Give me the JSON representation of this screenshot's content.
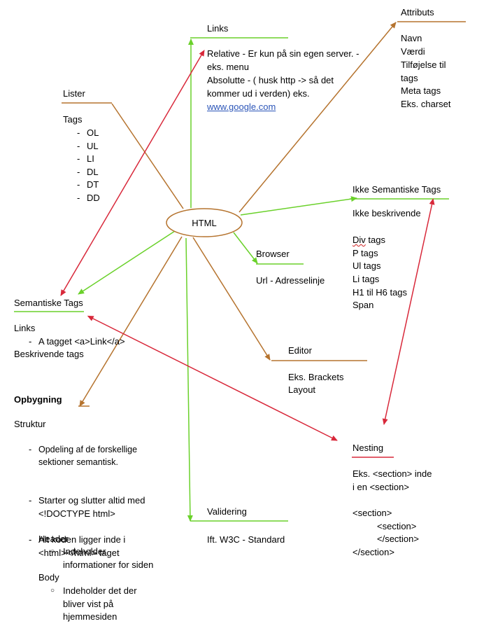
{
  "colors": {
    "green": "#6ad12a",
    "brown": "#b5732e",
    "red": "#d8283a",
    "link": "#2b55b8"
  },
  "center": {
    "label": "HTML"
  },
  "nodes": {
    "links": {
      "title": "Links",
      "lines": [
        "Relative - Er kun på sin egen server. -",
        "eks. menu",
        "Absolutte - ( husk http -> så det",
        "kommer ud i verden) eks."
      ],
      "url": "www.google.com"
    },
    "attributs": {
      "title": "Attributs",
      "lines": [
        "Navn",
        "Værdi",
        "Tilføjelse til",
        "tags",
        "Meta tags",
        "Eks. charset"
      ]
    },
    "lister": {
      "title": "Lister",
      "intro": "Tags",
      "items": [
        "OL",
        "UL",
        "LI",
        "DL",
        "DT",
        "DD"
      ]
    },
    "ikke_semantiske": {
      "title": "Ikke Semantiske Tags",
      "intro": "Ikke beskrivende",
      "first_word": "Div",
      "first_rest": " tags",
      "lines": [
        "P tags",
        "Ul tags",
        "Li tags",
        "H1 til H6 tags",
        "Span"
      ]
    },
    "browser": {
      "title": "Browser",
      "lines": [
        "Url - Adresselinje"
      ]
    },
    "semantiske": {
      "title": "Semantiske Tags",
      "intro": "Links",
      "items": [
        "A tagget <a>Link</a>"
      ],
      "outro": "Beskrivende tags"
    },
    "editor": {
      "title": "Editor",
      "lines": [
        "Eks. Brackets",
        "Layout"
      ]
    },
    "opbygning": {
      "title": "Opbygning",
      "intro": "Struktur",
      "items": [
        "Opdeling af de forskellige\nsektioner semantisk.",
        "Starter og slutter altid med\n<!DOCTYPE html>",
        "Alt koden ligger inde i\n<html></html> taget"
      ],
      "header_label": "Header",
      "header_items": [
        "Indeholder\ninformationer for siden"
      ],
      "body_label": "Body",
      "body_items": [
        "Indeholder det der\nbliver vist på\nhjemmesiden"
      ]
    },
    "nesting": {
      "title": "Nesting",
      "lines": [
        "Eks. <section> inde",
        "i en <section>",
        "",
        "<section>",
        "<section>",
        "</section>",
        "</section>"
      ]
    },
    "validering": {
      "title": "Validering",
      "lines": [
        "Ift. W3C - Standard"
      ]
    }
  }
}
